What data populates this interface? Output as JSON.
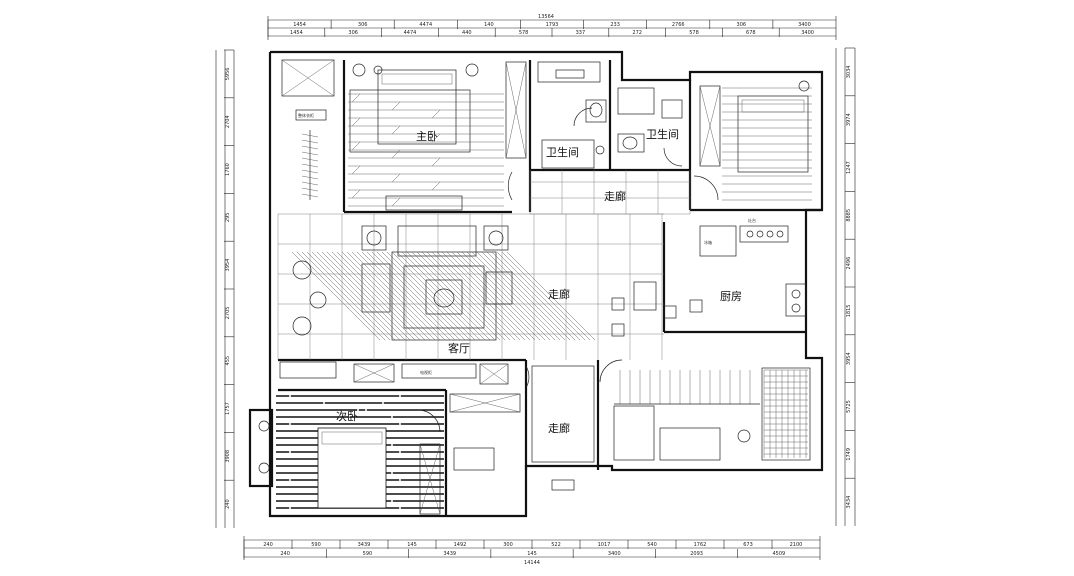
{
  "rooms": {
    "master_bedroom": "主卧",
    "bathroom_1": "卫生间",
    "bathroom_2": "卫生间",
    "corridor_top": "走廊",
    "corridor_mid": "走廊",
    "corridor_bottom": "走廊",
    "kitchen": "厨房",
    "living_room": "客厅",
    "bedroom_2": "次卧"
  },
  "dimensions": {
    "top_total": "13564",
    "top_row1": [
      "1454",
      "306",
      "4474",
      "140",
      "1793",
      "233",
      "2766",
      "306",
      "3400"
    ],
    "top_row2": [
      "1454",
      "306",
      "4474",
      "440",
      "578",
      "337",
      "272",
      "578",
      "678",
      "3400"
    ],
    "bottom_row1": [
      "240",
      "590",
      "3439",
      "145",
      "1492",
      "300",
      "522",
      "1017",
      "540",
      "1762",
      "673",
      "2100"
    ],
    "bottom_row2": [
      "240",
      "590",
      "3439",
      "145",
      "3400",
      "2093",
      "4509"
    ],
    "bottom_total": "14144",
    "left_v": [
      "5956",
      "2704",
      "1760",
      "295",
      "3954",
      "2705",
      "455",
      "1757",
      "3908",
      "240"
    ],
    "right_v": [
      "3034",
      "3974",
      "1247",
      "8885",
      "2496",
      "1815",
      "3954",
      "5725",
      "1749",
      "3434"
    ]
  },
  "labels": {
    "wardrobe_label": "整体衣柜",
    "fridge_label": "冰箱",
    "stove_label": "灶台",
    "tv_label": "电视柜"
  }
}
